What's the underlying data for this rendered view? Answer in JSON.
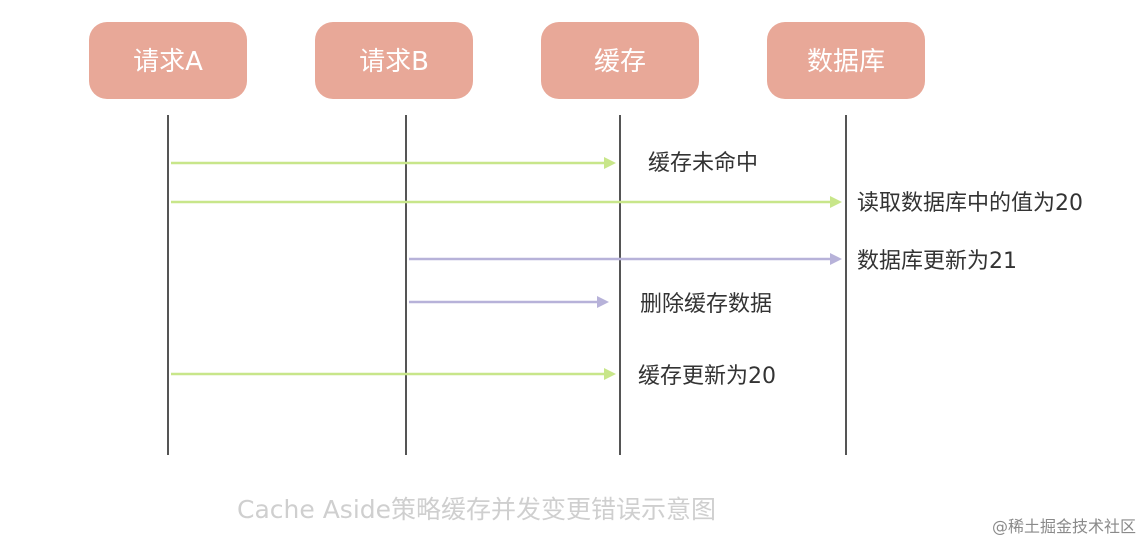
{
  "diagram": {
    "participants": [
      {
        "id": "req-a",
        "label": "请求A"
      },
      {
        "id": "req-b",
        "label": "请求B"
      },
      {
        "id": "cache",
        "label": "缓存"
      },
      {
        "id": "db",
        "label": "数据库"
      }
    ],
    "messages": [
      {
        "from": "req-a",
        "to": "cache",
        "label": "缓存未命中",
        "kind": "request-a"
      },
      {
        "from": "req-a",
        "to": "db",
        "label": "读取数据库中的值为20",
        "kind": "request-a"
      },
      {
        "from": "req-b",
        "to": "db",
        "label": "数据库更新为21",
        "kind": "request-b"
      },
      {
        "from": "req-b",
        "to": "cache",
        "label": "删除缓存数据",
        "kind": "request-b"
      },
      {
        "from": "req-a",
        "to": "cache",
        "label": "缓存更新为20",
        "kind": "request-a"
      }
    ],
    "caption": "Cache Aside策略缓存并发变更错误示意图"
  },
  "watermark": "@稀土掘金技术社区",
  "colors": {
    "actor_fill": "#e8a898",
    "lifeline": "#555555",
    "request_a_arrow": "#c8e68a",
    "request_b_arrow": "#b7b2d9",
    "message_text": "#333333",
    "caption_text": "#cfcfcf",
    "watermark_text": "#8a8a8a"
  }
}
